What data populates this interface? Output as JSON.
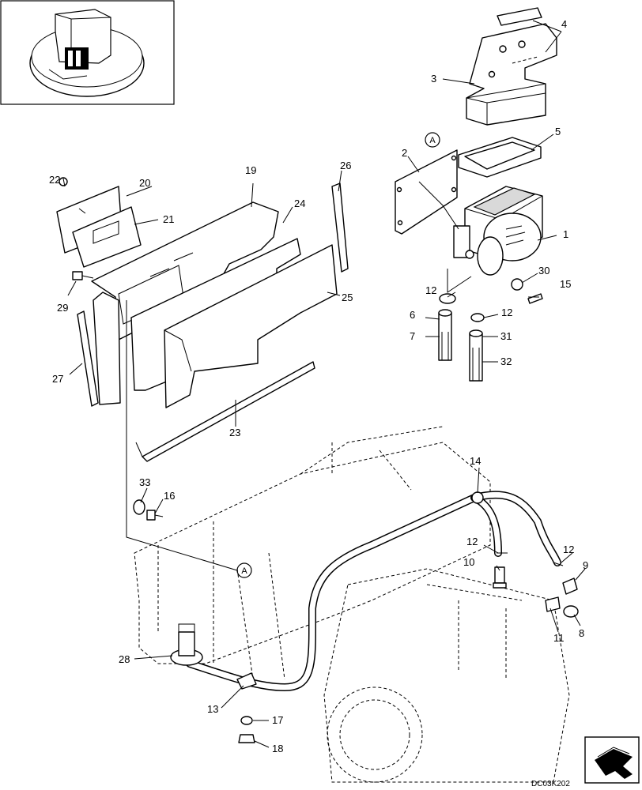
{
  "callouts": [
    {
      "id": "c1",
      "text": "1"
    },
    {
      "id": "c2",
      "text": "2"
    },
    {
      "id": "c3",
      "text": "3"
    },
    {
      "id": "c4",
      "text": "4"
    },
    {
      "id": "c5",
      "text": "5"
    },
    {
      "id": "c6",
      "text": "6"
    },
    {
      "id": "c7",
      "text": "7"
    },
    {
      "id": "c8",
      "text": "8"
    },
    {
      "id": "c9",
      "text": "9"
    },
    {
      "id": "c10",
      "text": "10"
    },
    {
      "id": "c11",
      "text": "11"
    },
    {
      "id": "c12a",
      "text": "12"
    },
    {
      "id": "c12b",
      "text": "12"
    },
    {
      "id": "c12c",
      "text": "12"
    },
    {
      "id": "c12d",
      "text": "12"
    },
    {
      "id": "c13",
      "text": "13"
    },
    {
      "id": "c14",
      "text": "14"
    },
    {
      "id": "c15",
      "text": "15"
    },
    {
      "id": "c16",
      "text": "16"
    },
    {
      "id": "c17",
      "text": "17"
    },
    {
      "id": "c18",
      "text": "18"
    },
    {
      "id": "c19",
      "text": "19"
    },
    {
      "id": "c20",
      "text": "20"
    },
    {
      "id": "c21",
      "text": "21"
    },
    {
      "id": "c22",
      "text": "22"
    },
    {
      "id": "c23",
      "text": "23"
    },
    {
      "id": "c24",
      "text": "24"
    },
    {
      "id": "c25",
      "text": "25"
    },
    {
      "id": "c26",
      "text": "26"
    },
    {
      "id": "c27",
      "text": "27"
    },
    {
      "id": "c28",
      "text": "28"
    },
    {
      "id": "c29",
      "text": "29"
    },
    {
      "id": "c30",
      "text": "30"
    },
    {
      "id": "c31",
      "text": "31"
    },
    {
      "id": "c32",
      "text": "32"
    },
    {
      "id": "c33",
      "text": "33"
    }
  ],
  "reference_marks": [
    "A",
    "A"
  ],
  "drawing_code": "DC03K202",
  "icons": {
    "locator": "machine-locator-thumbnail-icon",
    "navigation": "navigation-arrow-icon"
  }
}
